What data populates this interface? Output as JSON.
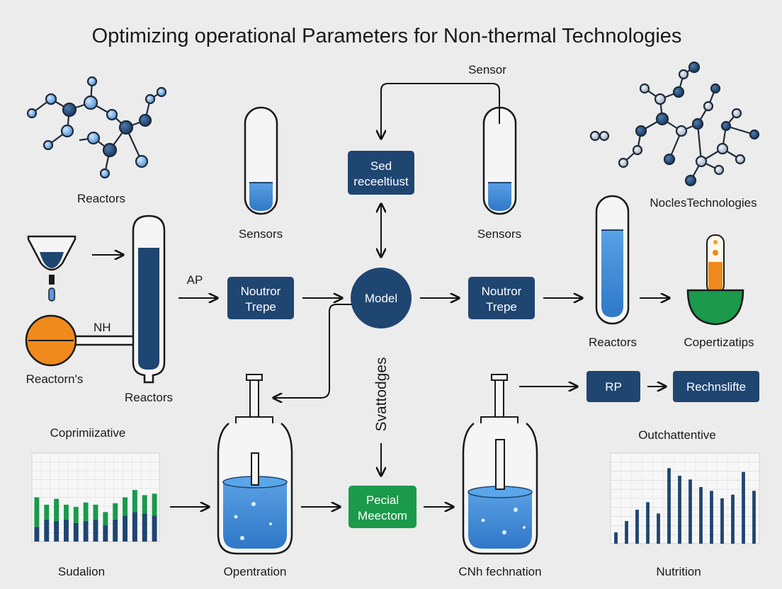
{
  "title": "Optimizing operational Parameters for  Non-thermal Technologies",
  "labels": {
    "reactors_top_left": "Reactors",
    "sensor_top": "Sensor",
    "sensors_left": "Sensors",
    "sensors_right": "Sensors",
    "nocles_tech": "NoclesTechnologies",
    "ap": "AP",
    "nh": "NH",
    "reactorns": "Reactorn's",
    "reactors_tube": "Reactors",
    "reactors_right": "Reactors",
    "copertizatips": "Copertizatips",
    "svattodges": "Svattodges",
    "coprimiiative": "Coprimiizative",
    "outchattentive": "Outchattentive",
    "sudalion": "Sudalion",
    "opentration": "Opentration",
    "cnh_fechnation": "CNh fechnation",
    "nutrition": "Nutrition"
  },
  "boxes": {
    "sed_line1": "Sed",
    "sed_line2": "receeltiust",
    "noutor1_line1": "Noutror",
    "noutor1_line2": "Trepe",
    "model": "Model",
    "noutor2_line1": "Noutror",
    "noutor2_line2": "Trepe",
    "rp": "RP",
    "rechnslifte": "Rechnslifte",
    "pecial_line1": "Pecial",
    "pecial_line2": "Meectom"
  },
  "colors": {
    "navy": "#1f4571",
    "blue": "#3c86d6",
    "green": "#1a9a4a",
    "orange": "#f08a1c",
    "background": "#ececec"
  },
  "chart_data": [
    {
      "type": "bar",
      "title": "Coprimiizative",
      "xlabel": "Sudalion",
      "series": [
        {
          "values": [
            20,
            30,
            28,
            30,
            25,
            28,
            30,
            22,
            30,
            35,
            40,
            38,
            35
          ]
        },
        {
          "values": [
            40,
            20,
            30,
            20,
            22,
            25,
            20,
            18,
            22,
            25,
            30,
            25,
            30
          ]
        }
      ],
      "ylim": [
        0,
        120
      ]
    },
    {
      "type": "bar",
      "title": "Outchattentive",
      "xlabel": "Nutrition",
      "values": [
        15,
        30,
        45,
        55,
        40,
        100,
        90,
        85,
        75,
        70,
        60,
        65,
        95,
        70
      ],
      "ylim": [
        0,
        120
      ]
    }
  ]
}
